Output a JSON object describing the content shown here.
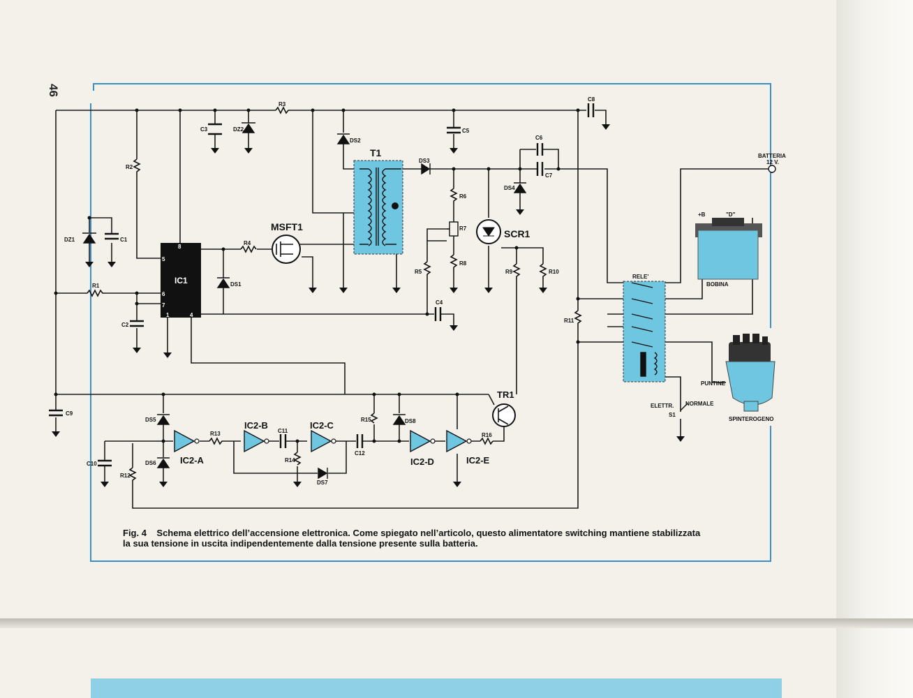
{
  "page_number": "46",
  "caption": {
    "fig": "Fig. 4",
    "line1": "Schema elettrico dell’accensione elettronica. Come spiegato nell’articolo, questo alimentatore switching mantiene stabilizzata",
    "line2": "la sua tensione in uscita indipendentemente dalla tensione presente sulla batteria."
  },
  "colors": {
    "frame": "#3a8fc8",
    "component_fill": "#6fc6e0",
    "wire": "#1a1a1a"
  },
  "labels": {
    "ic1": "IC1",
    "t1": "T1",
    "msft1": "MSFT1",
    "scr1": "SCR1",
    "tr1": "TR1",
    "ic2a": "IC2-A",
    "ic2b": "IC2-B",
    "ic2c": "IC2-C",
    "ic2d": "IC2-D",
    "ic2e": "IC2-E",
    "r1": "R1",
    "r2": "R2",
    "r3": "R3",
    "r4": "R4",
    "r5": "R5",
    "r6": "R6",
    "r7": "R7",
    "r8": "R8",
    "r9": "R9",
    "r10": "R10",
    "r11": "R11",
    "r12": "R12",
    "r13": "R13",
    "r14": "R14",
    "r15": "R15",
    "r16": "R16",
    "c1": "C1",
    "c2": "C2",
    "c3": "C3",
    "c4": "C4",
    "c5": "C5",
    "c6": "C6",
    "c7": "C7",
    "c8": "C8",
    "c9": "C9",
    "c10": "C10",
    "c11": "C11",
    "c12": "C12",
    "ds1": "DS1",
    "ds2": "DS2",
    "ds3": "DS3",
    "ds4": "DS4",
    "ds5": "DS5",
    "ds6": "DS6",
    "ds7": "DS7",
    "ds8": "DS8",
    "dz1": "DZ1",
    "dz2": "DZ2",
    "batteria": "BATTERIA",
    "batteria_v": "12 V.",
    "bobina": "BOBINA",
    "bobina_plus": "+B",
    "bobina_d": "\"D\"",
    "rele": "RELE'",
    "puntine": "PUNTINE",
    "spinterogeno": "SPINTEROGENO",
    "elettr": "ELETTR.",
    "normale": "NORMALE",
    "s1": "S1"
  }
}
